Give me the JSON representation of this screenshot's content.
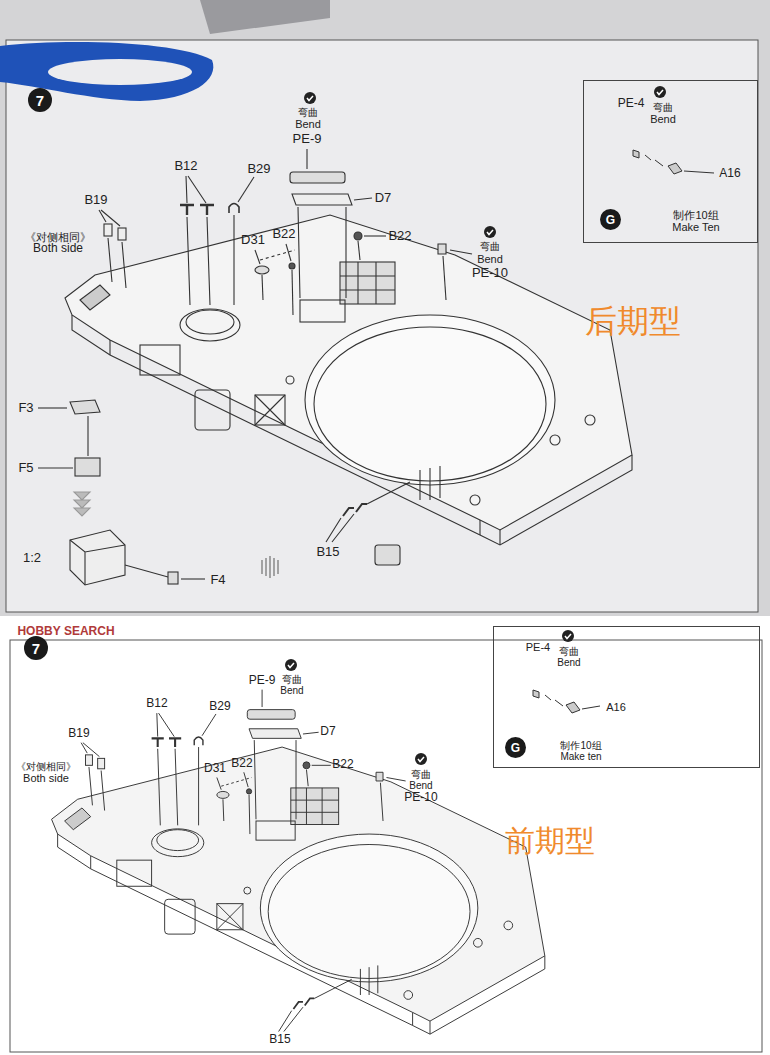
{
  "diagram": {
    "nodes": [
      {
        "text": [
          "7"
        ]
      },
      {
        "text": [
          "PE-4",
          "弯曲",
          "Bend",
          "A16",
          "制作10组 Make Ten"
        ]
      },
      {
        "text": [
          "G"
        ],
        "in": 1
      },
      {
        "text": [
          "7"
        ]
      },
      {
        "text": [
          "PE-4",
          "弯曲",
          "Bend",
          "A16",
          "制作10组 Make ten"
        ]
      },
      {
        "text": [
          "G"
        ],
        "in": 4
      }
    ],
    "labels": [
      "弯曲",
      "Bend",
      "PE-9",
      "B12",
      "B29",
      "D7",
      "B19",
      "《对侧相同》",
      "Both side",
      "D31",
      "B22",
      "B22",
      "弯曲",
      "Bend",
      "PE-10",
      "后期型",
      "F3",
      "F5",
      "1:2",
      "F4",
      "B15",
      "HOBBY SEARCH",
      "PE-9",
      "弯曲",
      "Bend",
      "B12",
      "B29",
      "D7",
      "B19",
      "《对侧相同》",
      "Both side",
      "D31",
      "B22",
      "B22",
      "弯曲",
      "Bend",
      "PE-10",
      "前期型",
      "B15"
    ]
  }
}
